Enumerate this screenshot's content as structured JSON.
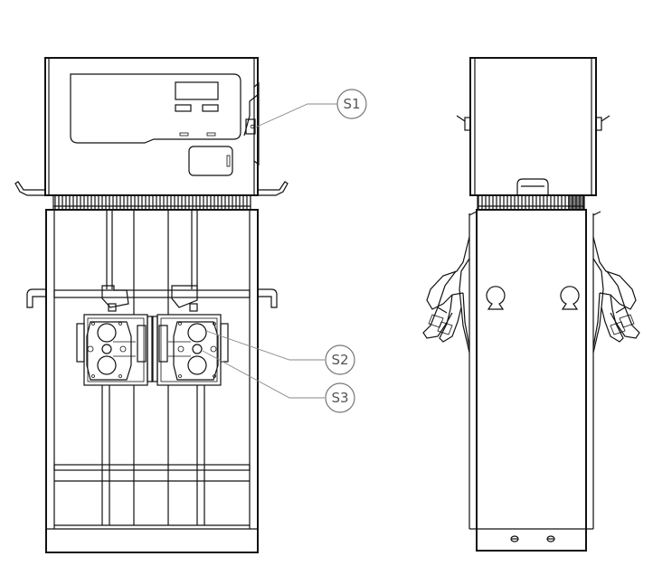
{
  "diagram": {
    "callouts": [
      {
        "id": "S1",
        "label": "S1"
      },
      {
        "id": "S2",
        "label": "S2"
      },
      {
        "id": "S3",
        "label": "S3"
      }
    ]
  }
}
